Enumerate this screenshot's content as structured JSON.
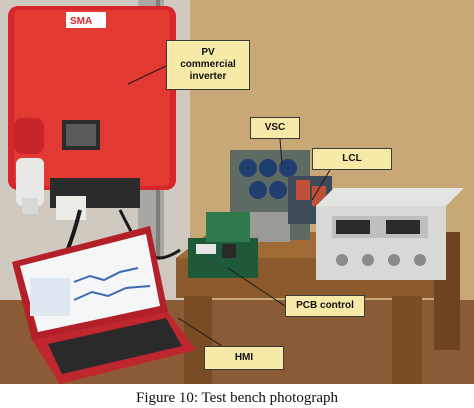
{
  "callouts": {
    "pv_inverter": "PV\ncommercial\ninverter",
    "vsc": "VSC",
    "lcl": "LCL",
    "pcb_control": "PCB control",
    "hmi": "HMI"
  },
  "photo": {
    "inverter_brand": "SMA",
    "colors": {
      "inverter_red": "#d6262b",
      "wall_cork": "#c9a877",
      "table_wood": "#8a5a2c",
      "laptop_red": "#b4202a",
      "power_supply": "#d8d8d6",
      "annotation_fill": "#f7e9a8"
    }
  },
  "caption": "Figure 10: Test bench photograph"
}
